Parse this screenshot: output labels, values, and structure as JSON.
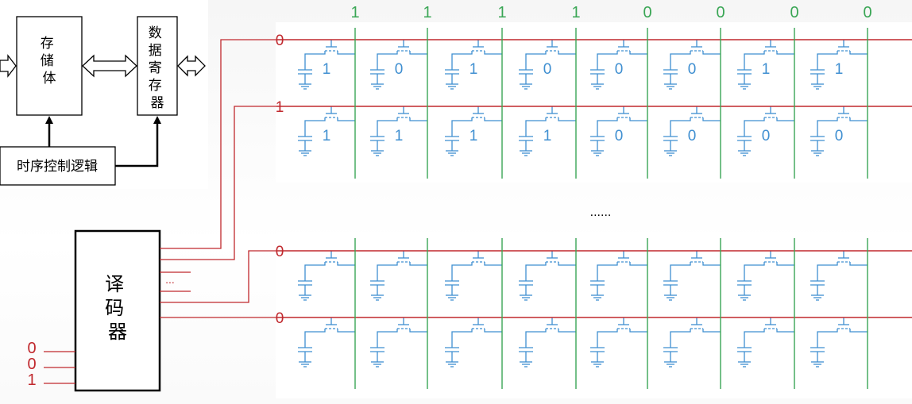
{
  "block_diagram": {
    "storage_label": "存\n储\n体",
    "data_register_label": "数\n据\n寄\n存\n器",
    "timing_control_label": "时序控制逻辑"
  },
  "decoder": {
    "label": "译\n码\n器",
    "ellipsis": "...",
    "address_inputs": [
      "0",
      "0",
      "1"
    ]
  },
  "bit_lines": [
    "1",
    "1",
    "1",
    "1",
    "0",
    "0",
    "0",
    "0"
  ],
  "word_line_values": [
    "0",
    "1",
    "0",
    "0"
  ],
  "cell_values": [
    [
      "1",
      "0",
      "1",
      "0",
      "0",
      "0",
      "1",
      "1"
    ],
    [
      "1",
      "1",
      "1",
      "1",
      "0",
      "0",
      "0",
      "0"
    ],
    [
      "",
      "",
      "",
      "",
      "",
      "",
      "",
      ""
    ],
    [
      "",
      "",
      "",
      "",
      "",
      "",
      "",
      ""
    ]
  ],
  "middle_ellipsis": "......",
  "colors": {
    "word_line": "#c0282d",
    "bit_line": "#3aa655",
    "cell": "#3f8fd1",
    "box": "#000000"
  }
}
